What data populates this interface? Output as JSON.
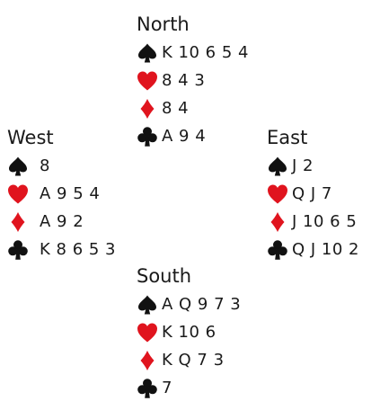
{
  "colors": {
    "black_suit": "#111111",
    "red_suit": "#e0141e",
    "text": "#1a1a1a",
    "background": "#ffffff"
  },
  "suit_icons": {
    "spades": "spade-icon",
    "hearts": "heart-icon",
    "diamonds": "diamond-icon",
    "clubs": "club-icon"
  },
  "hands": {
    "north": {
      "title": "North",
      "spades": "K 10 6 5 4",
      "hearts": "8 4 3",
      "diamonds": "8 4",
      "clubs": "A 9 4"
    },
    "west": {
      "title": "West",
      "spades": "8",
      "hearts": "A 9 5 4",
      "diamonds": "A 9 2",
      "clubs": "K 8 6 5 3"
    },
    "east": {
      "title": "East",
      "spades": "J 2",
      "hearts": "Q J 7",
      "diamonds": "J 10 6 5",
      "clubs": "Q J 10 2"
    },
    "south": {
      "title": "South",
      "spades": "A Q 9 7 3",
      "hearts": "K 10 6",
      "diamonds": "K Q 7 3",
      "clubs": "7"
    }
  }
}
